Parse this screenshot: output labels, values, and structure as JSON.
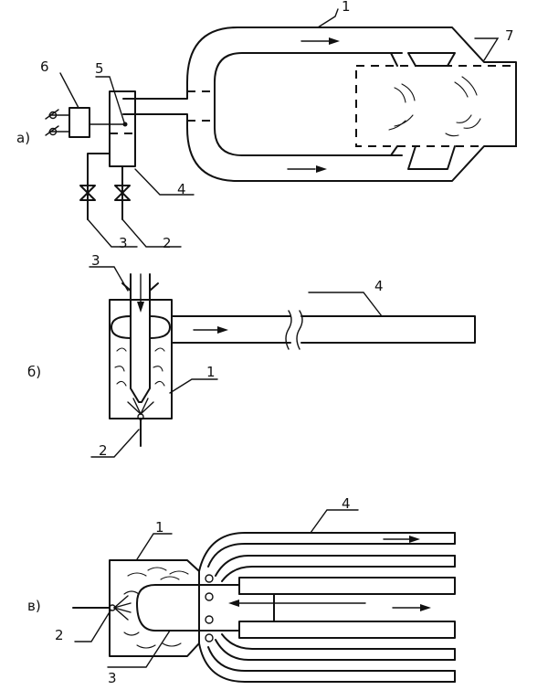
{
  "panels": {
    "a": {
      "panel_label": "а)",
      "callouts": [
        "1",
        "2",
        "3",
        "4",
        "5",
        "6",
        "7"
      ]
    },
    "b": {
      "panel_label": "б)",
      "callouts": [
        "1",
        "2",
        "3",
        "4"
      ]
    },
    "c": {
      "panel_label": "в)",
      "callouts": [
        "1",
        "2",
        "3",
        "4"
      ]
    }
  }
}
